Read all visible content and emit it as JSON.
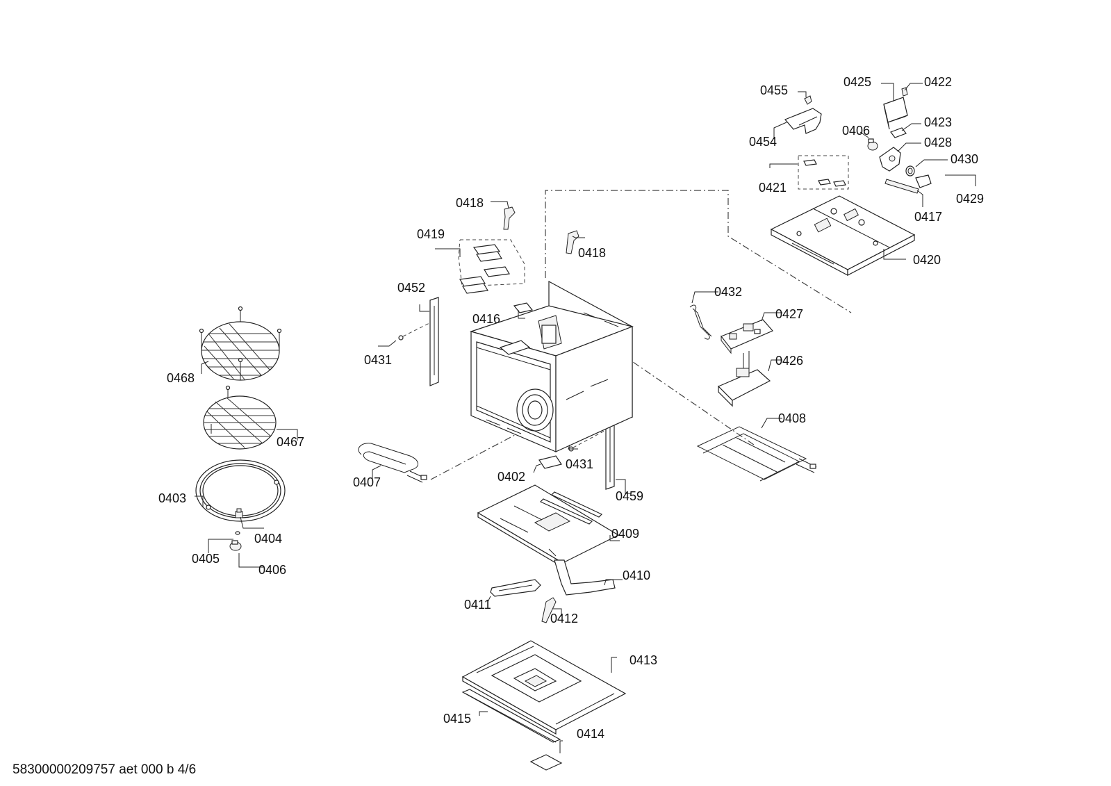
{
  "footer": "58300000209757 aet 000 b 4/6",
  "parts": {
    "p0455": "0455",
    "p0425": "0425",
    "p0422": "0422",
    "p0454": "0454",
    "p0423": "0423",
    "p0406a": "0406",
    "p0428": "0428",
    "p0430": "0430",
    "p0421": "0421",
    "p0429": "0429",
    "p0417": "0417",
    "p0420": "0420",
    "p0418a": "0418",
    "p0418b": "0418",
    "p0419": "0419",
    "p0452": "0452",
    "p0416": "0416",
    "p0432": "0432",
    "p0427": "0427",
    "p0426": "0426",
    "p0431a": "0431",
    "p0468": "0468",
    "p0408": "0408",
    "p0467": "0467",
    "p0431b": "0431",
    "p0407": "0407",
    "p0402": "0402",
    "p0459": "0459",
    "p0403": "0403",
    "p0409": "0409",
    "p0404": "0404",
    "p0405": "0405",
    "p0406b": "0406",
    "p0410": "0410",
    "p0411": "0411",
    "p0412": "0412",
    "p0413": "0413",
    "p0415": "0415",
    "p0414": "0414"
  }
}
